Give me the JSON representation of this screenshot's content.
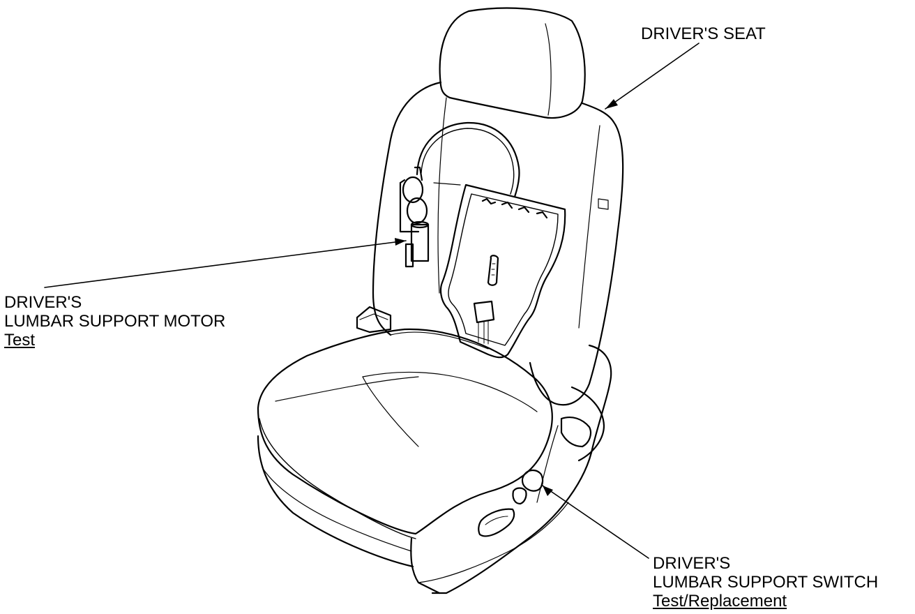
{
  "callouts": {
    "seat": {
      "line1": "DRIVER'S SEAT"
    },
    "motor": {
      "line1": "DRIVER'S",
      "line2": "LUMBAR SUPPORT MOTOR",
      "link": "Test"
    },
    "switch": {
      "line1": "DRIVER'S",
      "line2": "LUMBAR SUPPORT SWITCH",
      "link": "Test/Replacement"
    }
  },
  "colors": {
    "ink": "#000000",
    "paper": "#ffffff"
  }
}
